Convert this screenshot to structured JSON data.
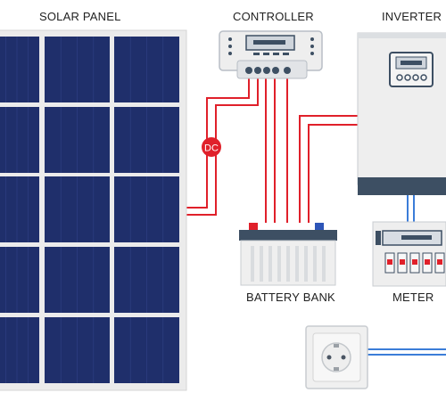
{
  "labels": {
    "solar_panel": "SOLAR PANEL",
    "controller": "CONTROLLER",
    "inverter": "INVERTER",
    "battery_bank": "BATTERY BANK",
    "meter": "METER",
    "dc_badge": "DC"
  },
  "colors": {
    "panel_frame": "#ebebeb",
    "panel_cell": "#1f2f6b",
    "dc_wire": "#e0202a",
    "ac_wire": "#3b7dd8",
    "device_body": "#eeeeee",
    "inverter_base": "#3d4f63",
    "screen": "#d8dde3"
  },
  "icons": [
    "solar-panel-icon",
    "charge-controller-icon",
    "inverter-icon",
    "battery-icon",
    "meter-icon",
    "wall-socket-icon"
  ]
}
